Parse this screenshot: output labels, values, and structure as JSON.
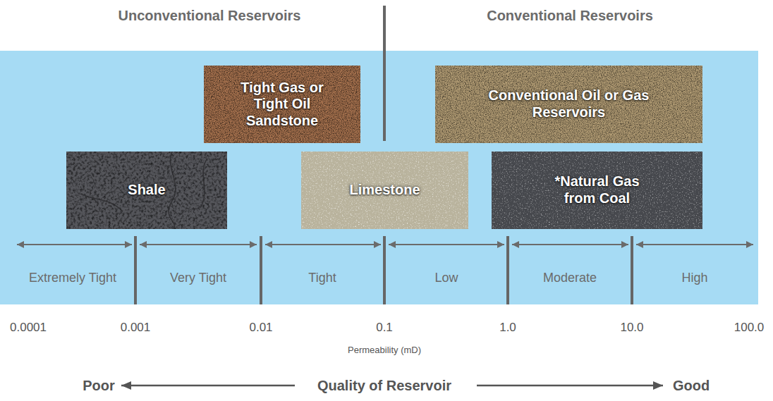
{
  "diagram": {
    "nodes": [
      {
        "text": [
          "Tight Gas or Tight Oil Sandstone"
        ]
      },
      {
        "text": [
          "Conventional Oil or Gas Reservoirs"
        ]
      },
      {
        "text": [
          "Shale"
        ]
      },
      {
        "text": [
          "Limestone"
        ]
      },
      {
        "text": [
          "*Natural Gas from Coal"
        ]
      }
    ],
    "labels": [
      "Unconventional Reservoirs",
      "Conventional Reservoirs",
      "Extremely Tight",
      "Very Tight",
      "Tight",
      "Low",
      "Moderate",
      "High",
      "0.0001",
      "0.001",
      "0.01",
      "0.1",
      "1.0",
      "10.0",
      "100.0",
      "Permeability (mD)",
      "Poor",
      "Quality of Reservoir",
      "Good"
    ]
  }
}
